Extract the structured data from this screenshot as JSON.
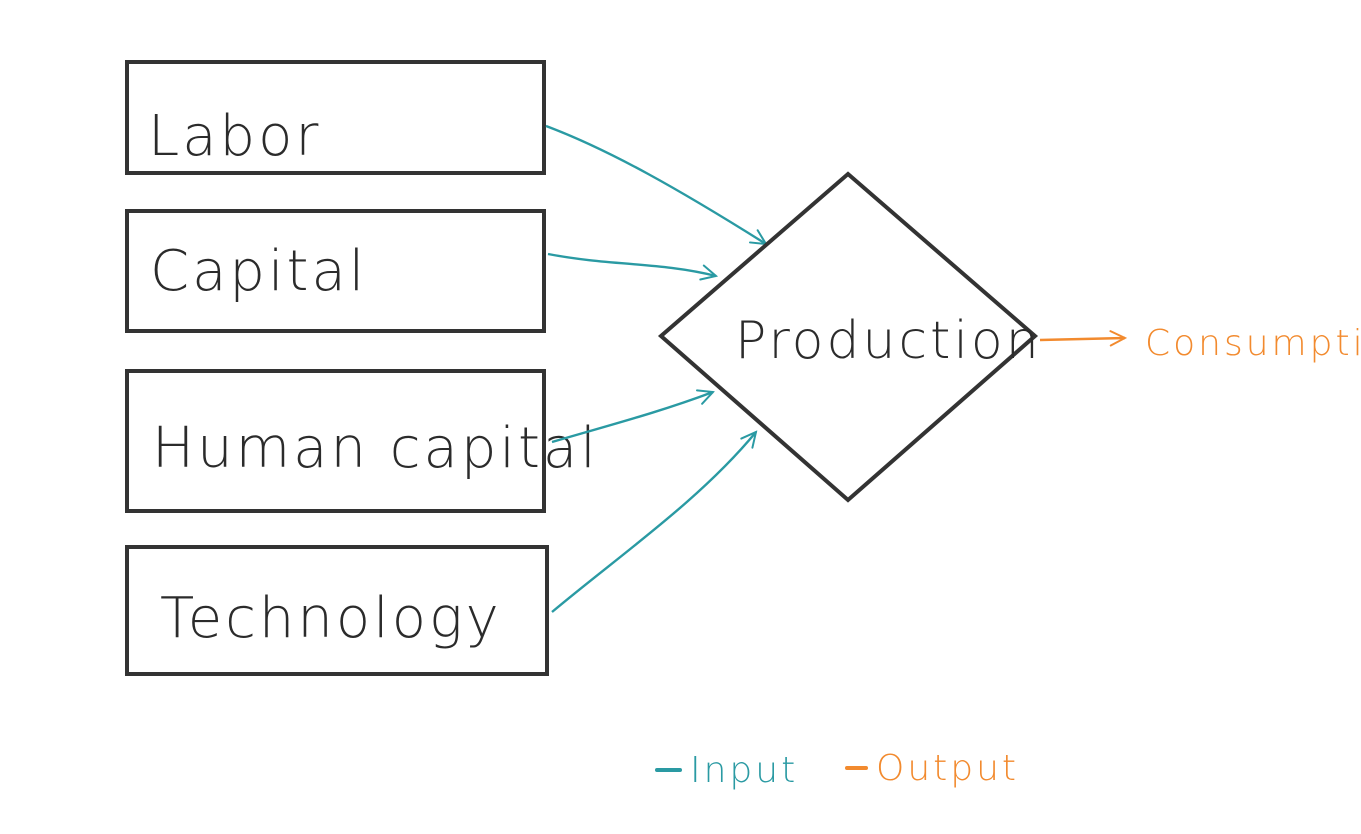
{
  "inputs": [
    {
      "label": "Labor"
    },
    {
      "label": "Capital"
    },
    {
      "label": "Human capital"
    },
    {
      "label": "Technology"
    }
  ],
  "process": {
    "label": "Production"
  },
  "output": {
    "label": "Consumption"
  },
  "legend": {
    "input_label": "Input",
    "output_label": "Output"
  },
  "colors": {
    "input": "#2a9aa3",
    "output": "#f28a2e",
    "outline": "#333333"
  }
}
